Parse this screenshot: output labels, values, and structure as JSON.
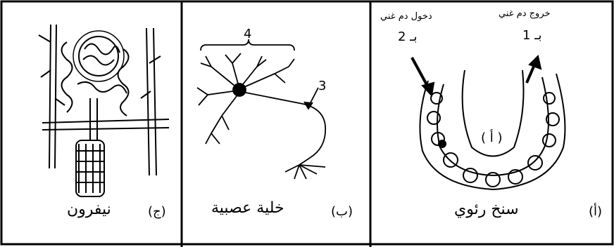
{
  "panels": [
    {
      "letter": "(ج)",
      "caption": "نيفرون"
    },
    {
      "letter": "(ب)",
      "caption": "خلية عصبية",
      "label_4": "4",
      "label_3": "3"
    },
    {
      "letter": "(أ)",
      "caption": "سنخ رئوي",
      "center_label": "( أ )",
      "blood_out_text": "خروج دم غني",
      "blood_out_sub": "بـ 1",
      "blood_in_text": "دخول دم غني",
      "blood_in_sub": "بـ 2"
    }
  ]
}
